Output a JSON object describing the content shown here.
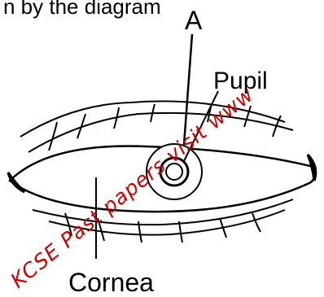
{
  "header": {
    "text": "n by the diagram"
  },
  "labels": {
    "a": "A",
    "pupil": "Pupil",
    "cornea": "Cornea"
  },
  "watermark": {
    "text": "KCSE Past papers visit www",
    "color": "#cc0000"
  },
  "colors": {
    "ink": "#000000",
    "background": "#ffffff"
  }
}
